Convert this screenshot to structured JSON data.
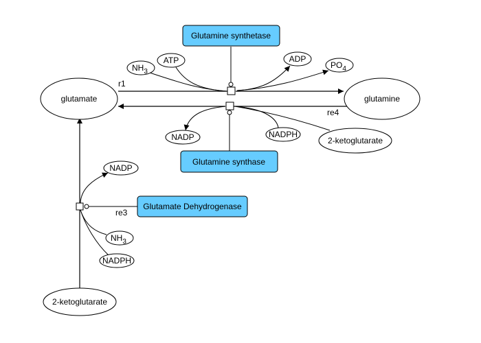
{
  "diagram": {
    "type": "biochemical-reaction-network",
    "colors": {
      "enzyme_fill": "#66ccff",
      "line": "#000000",
      "background": "#ffffff"
    },
    "species": {
      "glutamate": "glutamate",
      "glutamine": "glutamine",
      "ketoglutarate_right": "2-ketoglutarate",
      "ketoglutarate_bottom": "2-ketoglutarate",
      "nh3_top": "NH",
      "nh3_top_sub": "3",
      "atp": "ATP",
      "adp": "ADP",
      "po4": "PO",
      "po4_sub": "4",
      "nadp_mid": "NADP",
      "nadph_mid": "NADPH",
      "nadp_left": "NADP",
      "nh3_left": "NH",
      "nh3_left_sub": "3",
      "nadph_left": "NADPH"
    },
    "enzymes": {
      "glutamine_synthetase": "Glutamine synthetase",
      "glutamine_synthase": "Glutamine synthase",
      "glutamate_dehydrogenase": "Glutamate Dehydrogenase"
    },
    "reactions": {
      "r1": "r1",
      "re4": "re4",
      "re3": "re3"
    }
  }
}
